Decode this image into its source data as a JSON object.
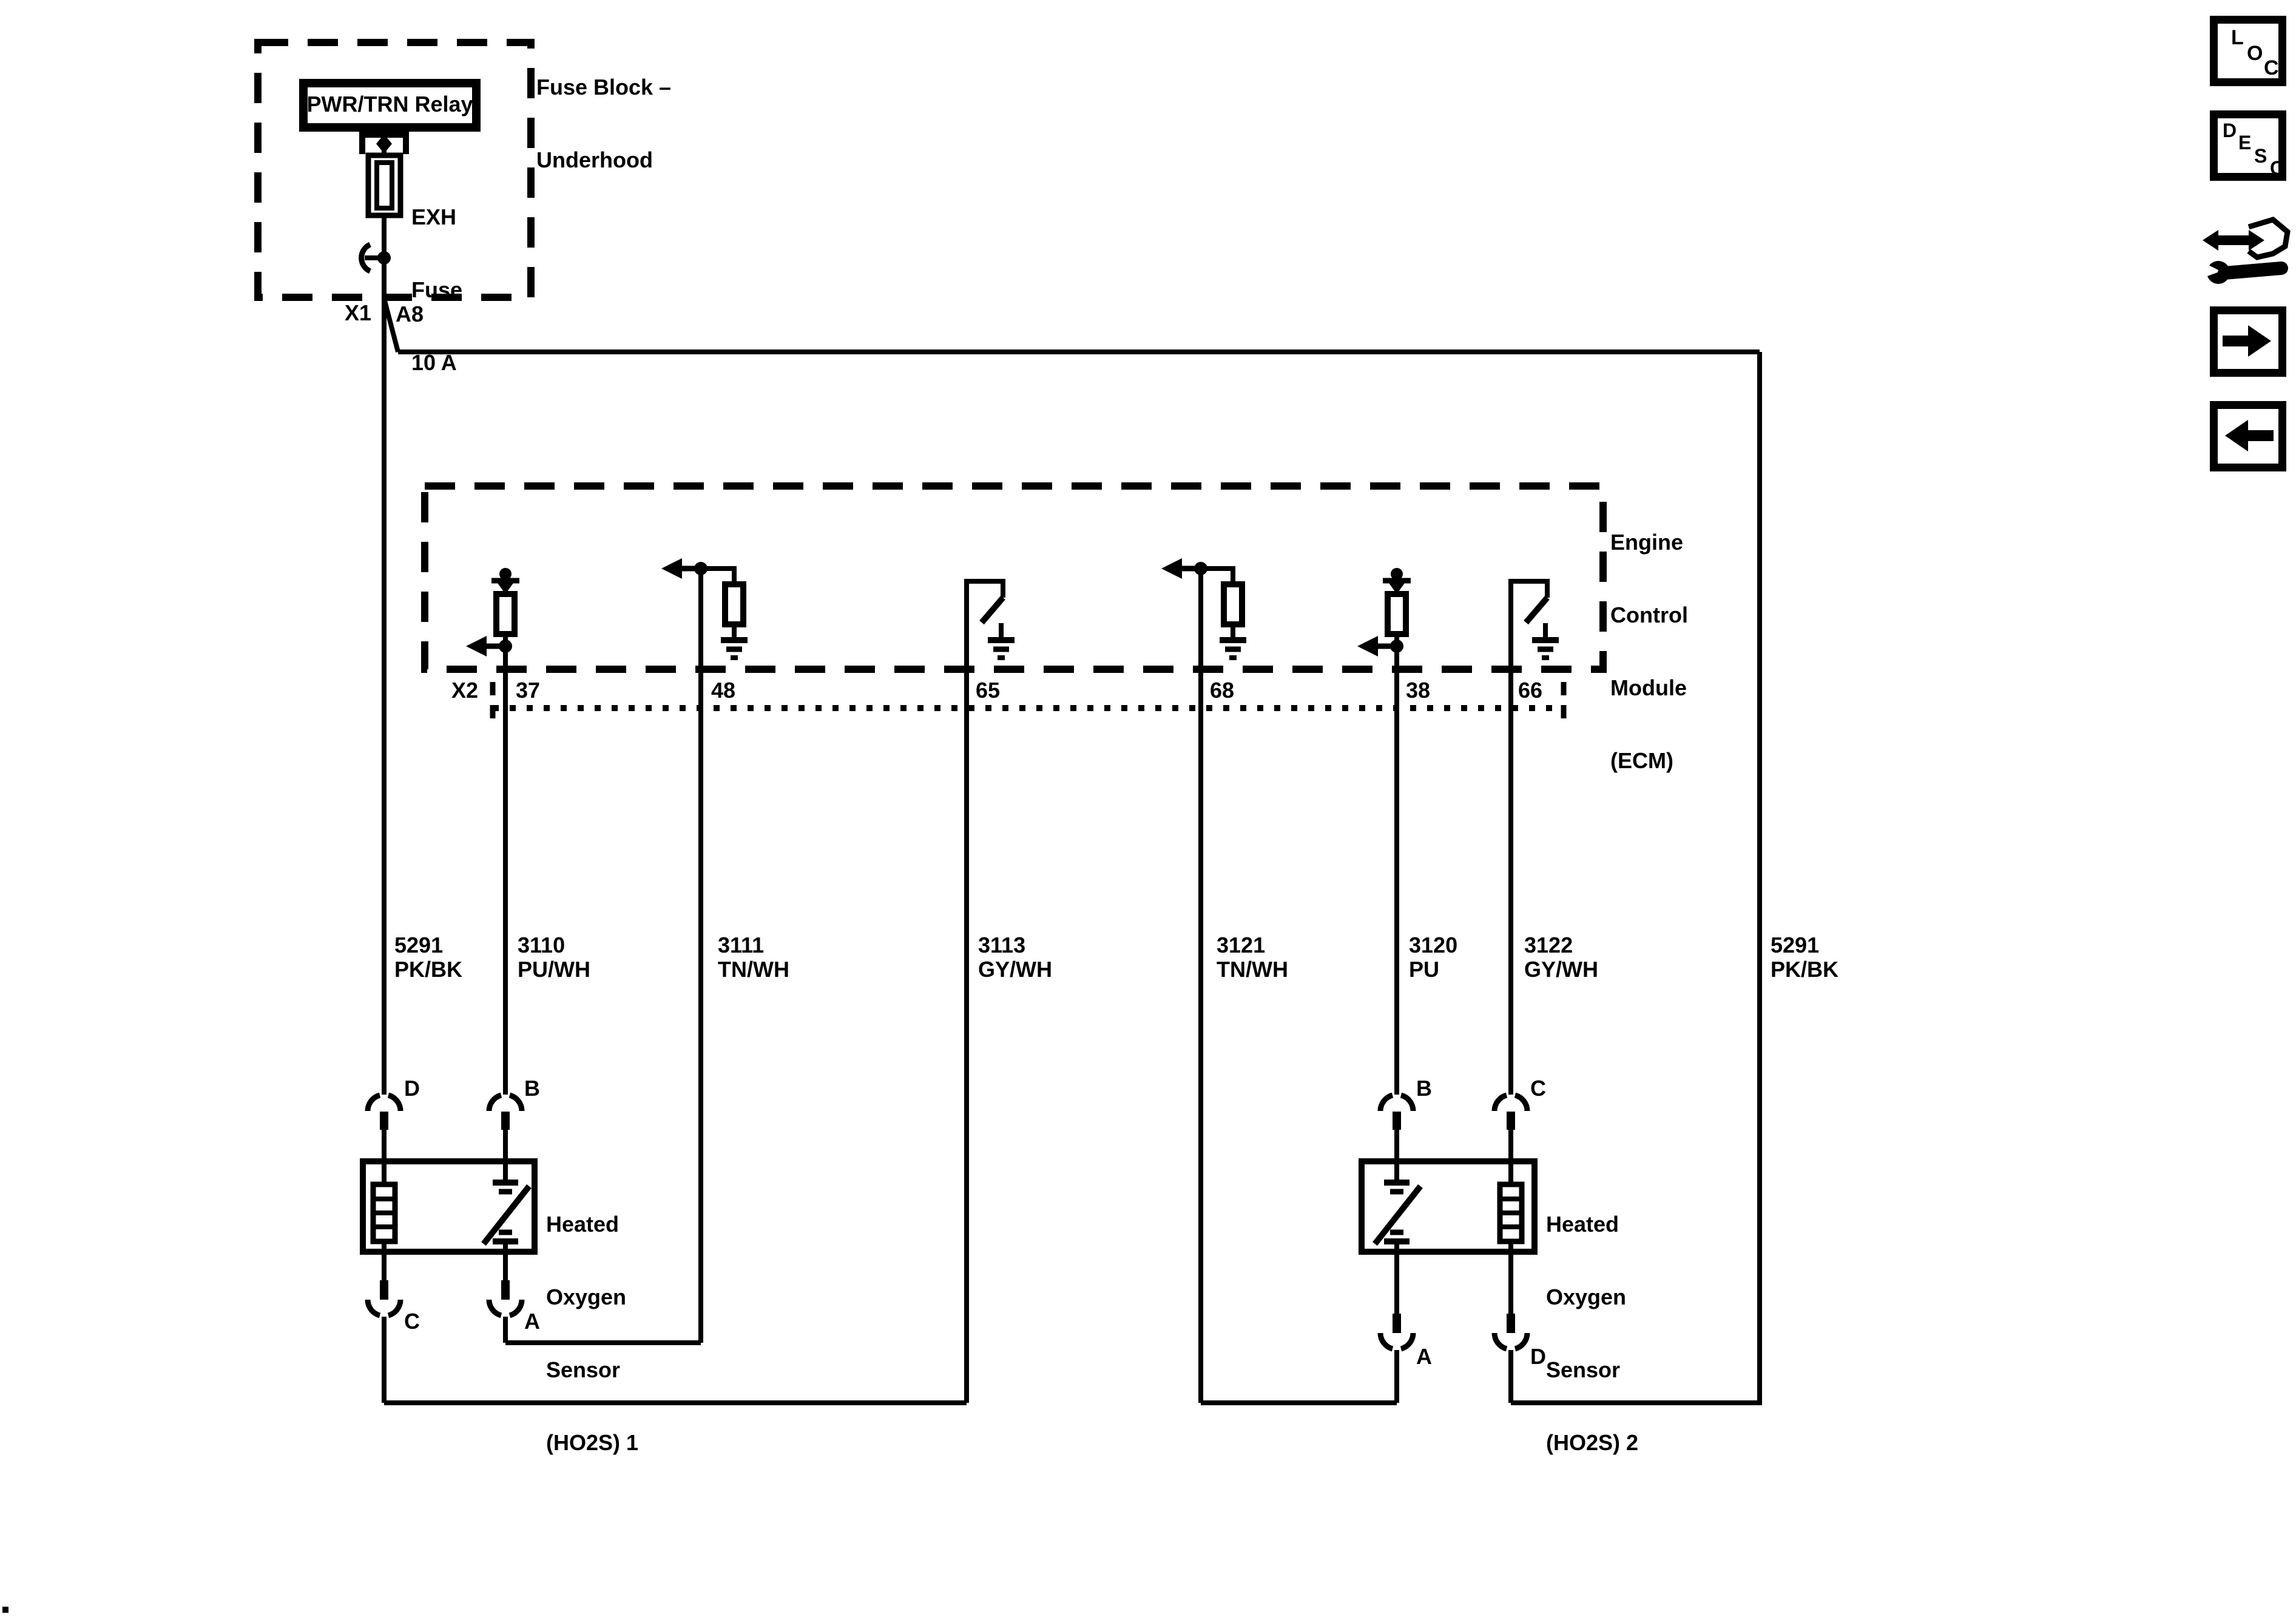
{
  "page": {
    "background": "#ffffff",
    "ink": "#000000"
  },
  "fuse_block": {
    "label_line1": "Fuse Block –",
    "label_line2": "Underhood",
    "relay_label": "PWR/TRN Relay",
    "fuse_name": "EXH",
    "fuse_type": "Fuse",
    "fuse_rating": "10 A",
    "connector_label": "X1",
    "pin_label": "A8"
  },
  "ecm": {
    "label_lines": [
      "Engine",
      "Control",
      "Module",
      "(ECM)"
    ],
    "connector_label": "X2",
    "pins": [
      "37",
      "48",
      "65",
      "68",
      "38",
      "66"
    ]
  },
  "wire_labels": [
    {
      "circuit": "5291",
      "color": "PK/BK"
    },
    {
      "circuit": "3110",
      "color": "PU/WH"
    },
    {
      "circuit": "3111",
      "color": "TN/WH"
    },
    {
      "circuit": "3113",
      "color": "GY/WH"
    },
    {
      "circuit": "3121",
      "color": "TN/WH"
    },
    {
      "circuit": "3120",
      "color": "PU"
    },
    {
      "circuit": "3122",
      "color": "GY/WH"
    },
    {
      "circuit": "5291",
      "color": "PK/BK"
    }
  ],
  "ho2s1": {
    "name_lines": [
      "Heated",
      "Oxygen",
      "Sensor",
      "(HO2S) 1"
    ],
    "pins": {
      "top_left": "D",
      "top_right": "B",
      "bottom_left": "C",
      "bottom_right": "A"
    }
  },
  "ho2s2": {
    "name_lines": [
      "Heated",
      "Oxygen",
      "Sensor",
      "(HO2S) 2"
    ],
    "pins": {
      "top_left": "B",
      "top_right": "C",
      "bottom_left": "A",
      "bottom_right": "D"
    }
  },
  "sidebar": {
    "loc_letters": [
      "L",
      "O",
      "C"
    ],
    "desc_letters": [
      "D",
      "E",
      "S",
      "C"
    ]
  }
}
